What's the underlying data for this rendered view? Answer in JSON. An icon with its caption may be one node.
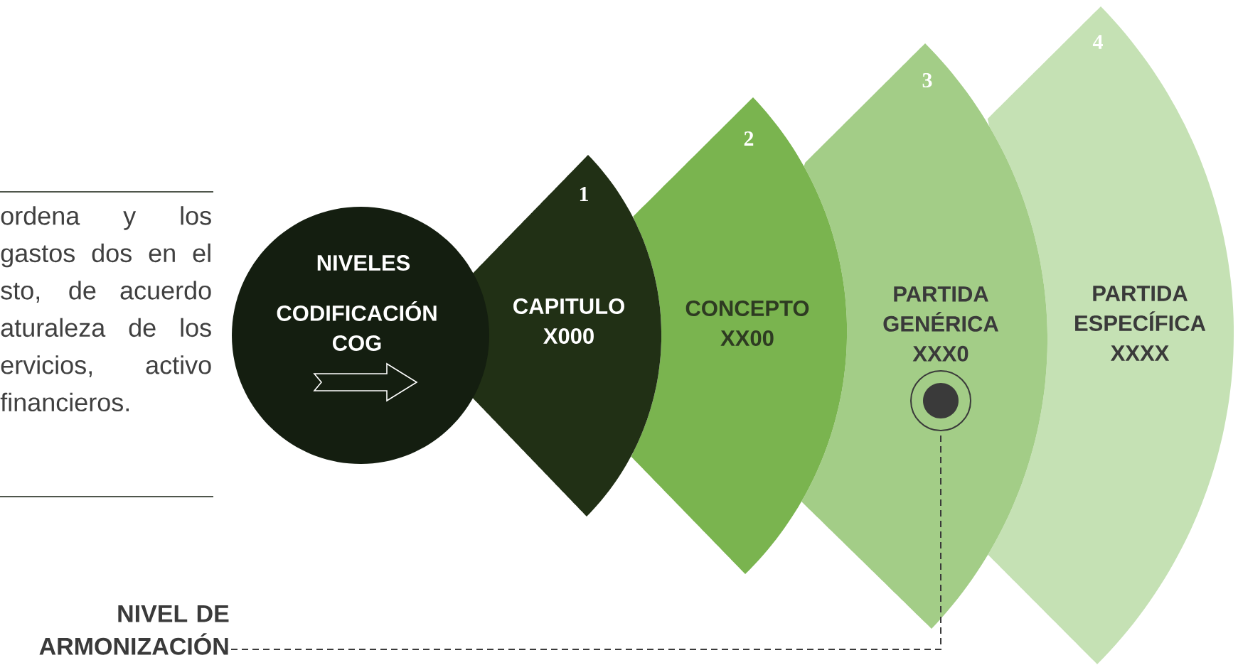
{
  "diagram": {
    "nodes": [
      {
        "text": [
          "NIVELES",
          "CODIFICACIÓN COG"
        ]
      },
      {
        "text": [
          "1",
          "CAPITULO X000"
        ]
      },
      {
        "text": [
          "2",
          "CONCEPTO XX00"
        ]
      },
      {
        "text": [
          "3",
          "PARTIDA GENÉRICA XXX0"
        ]
      },
      {
        "text": [
          "4",
          "PARTIDA ESPECÍFICA XXXX"
        ]
      },
      {
        "text": [],
        "shape": "circle",
        "in": 3
      },
      {
        "text": [
          "NIVEL DE ARMONIZACIÓN"
        ]
      }
    ],
    "edges": [
      {
        "from": 6,
        "to": 5,
        "arrow": "none",
        "style": "dashed"
      }
    ],
    "labels": [
      "ordena y los gastos dos en el sto, de acuerdo aturaleza de los ervicios, activo financieros."
    ]
  }
}
